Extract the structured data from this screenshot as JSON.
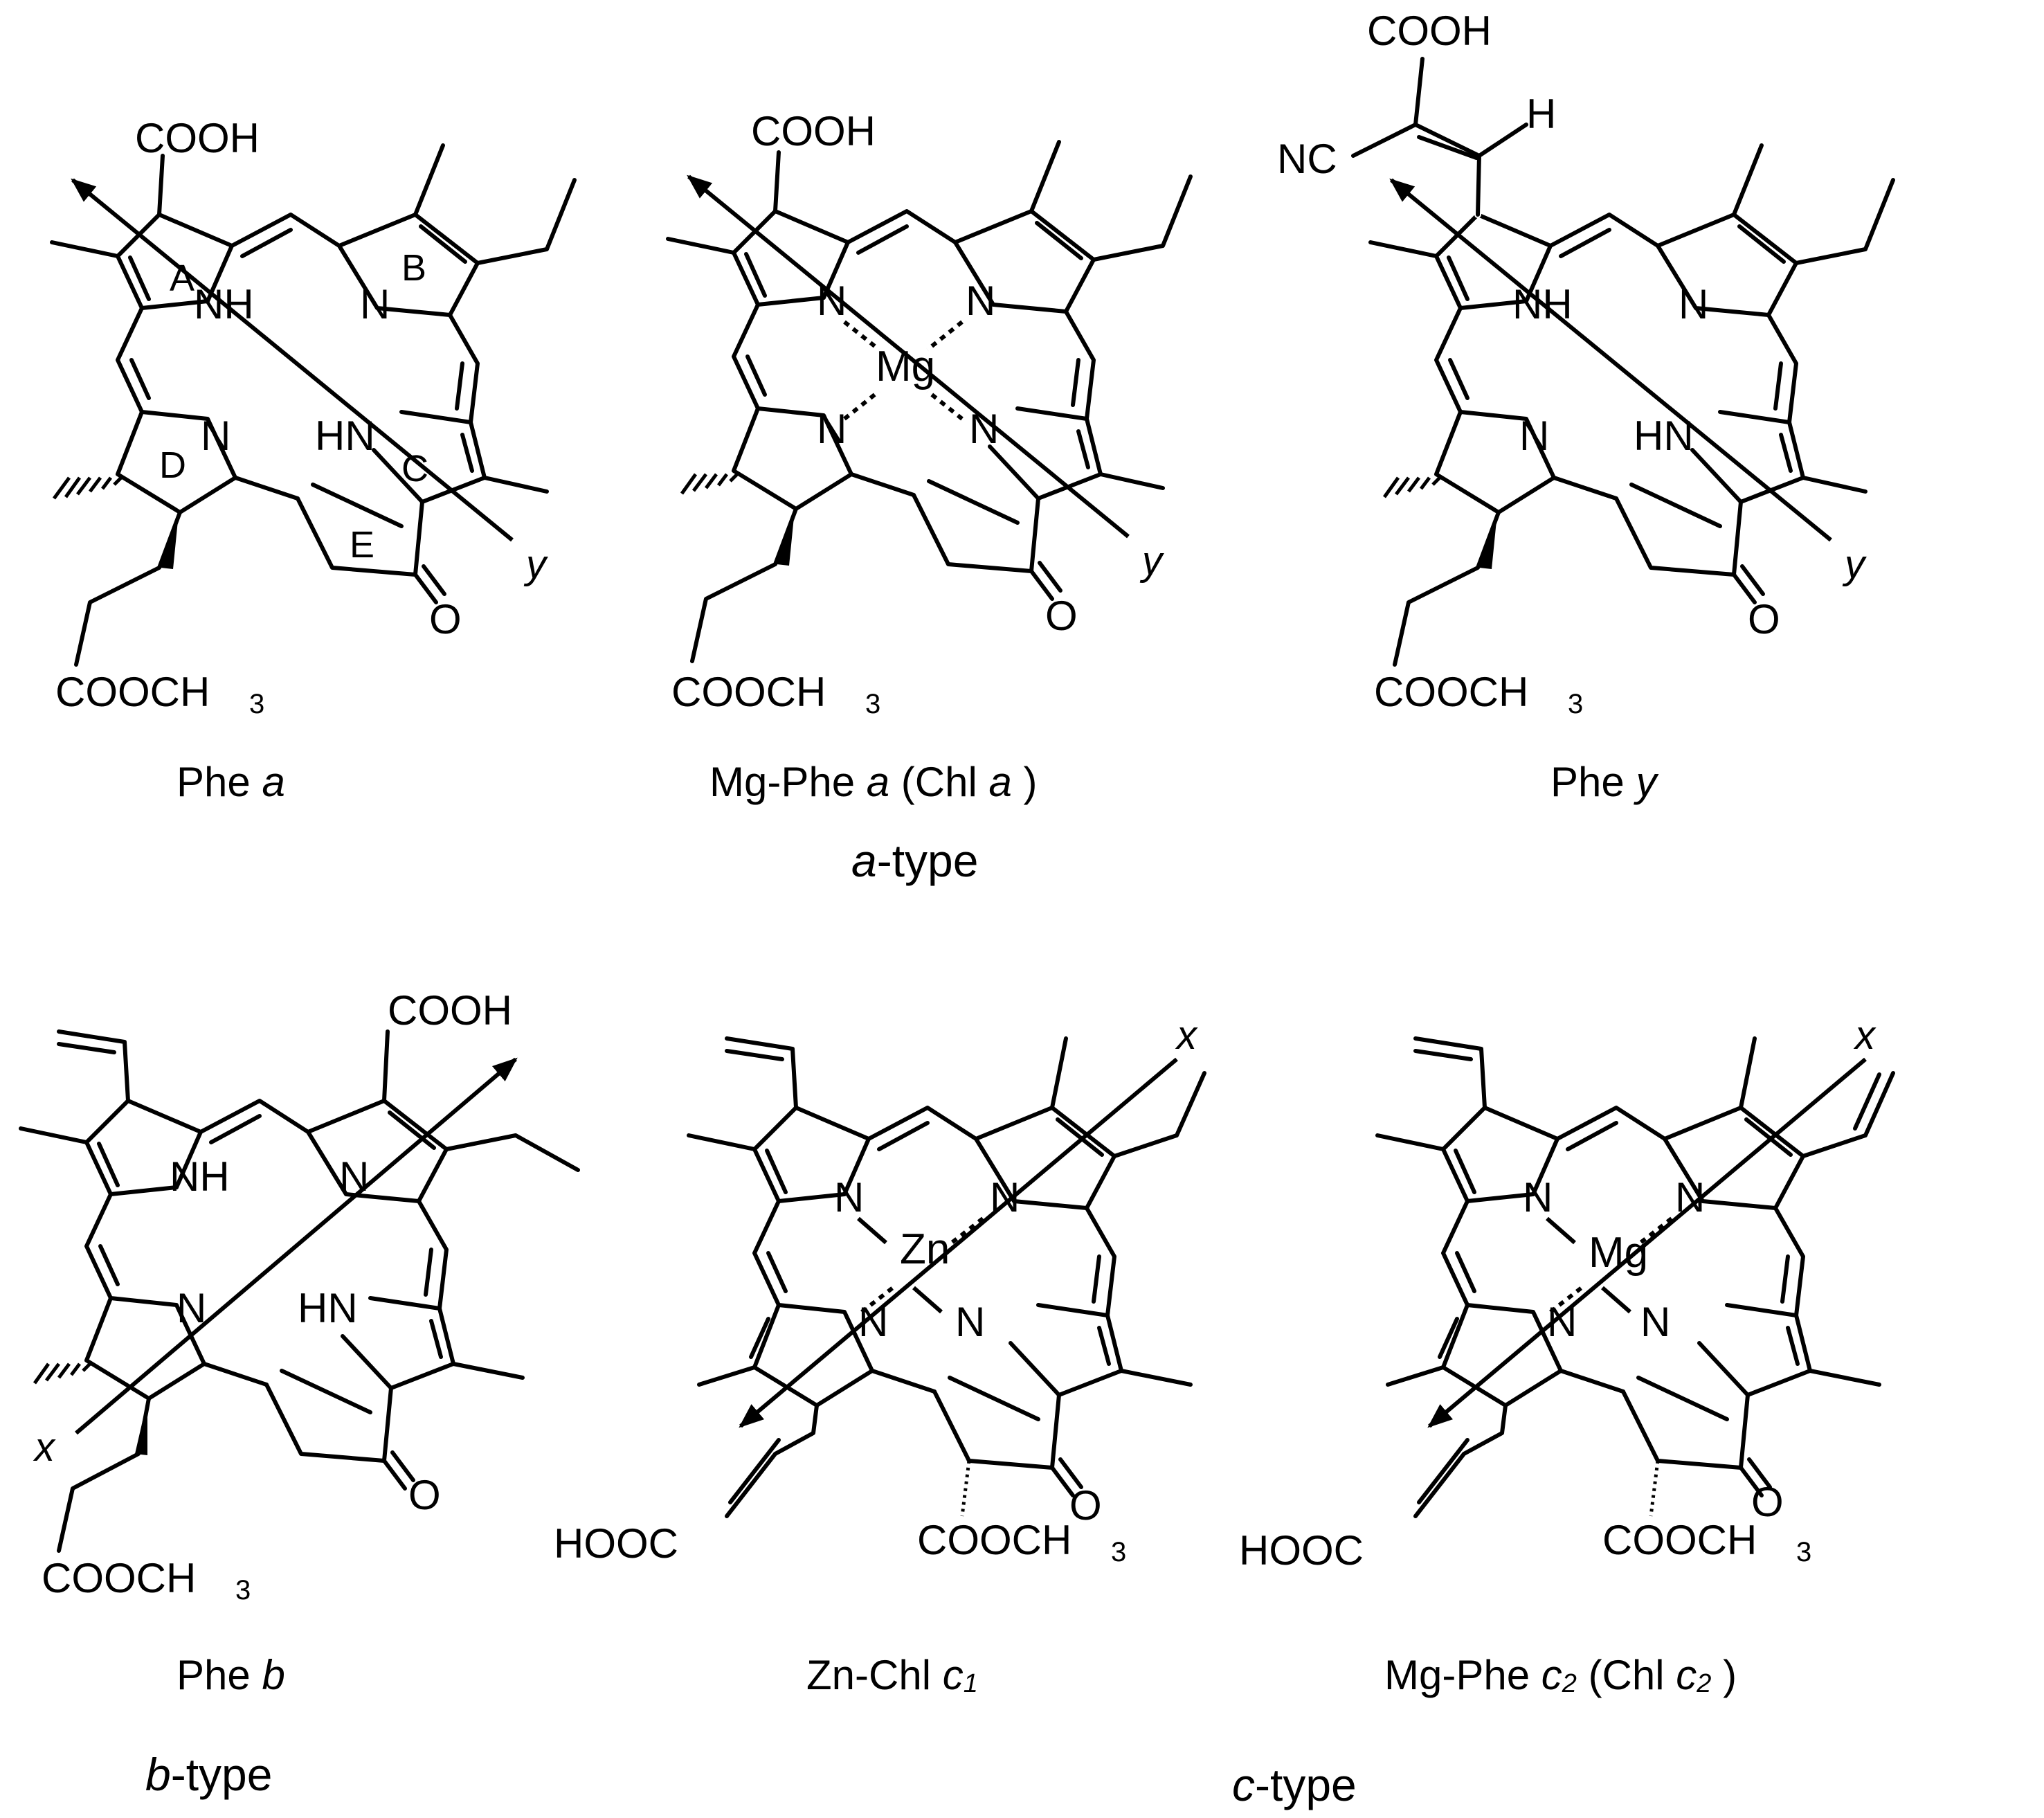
{
  "labels": {
    "cooh": "COOH",
    "hooc": "HOOC",
    "coome": "COOCH",
    "coome_sub": "3",
    "o": "O",
    "nh": "NH",
    "hn": "HN",
    "n": "N",
    "h": "H",
    "nc": "NC",
    "mg": "Mg",
    "zn": "Zn",
    "ring_a": "A",
    "ring_b": "B",
    "ring_c": "C",
    "ring_d": "D",
    "ring_e": "E",
    "axis_y": "y",
    "axis_x": "x"
  },
  "captions": {
    "phe_a": {
      "prefix": "Phe ",
      "var": "a",
      "suffix": ""
    },
    "mg_phe_a": {
      "prefix": "Mg-Phe ",
      "var": "a",
      "mid": " (Chl ",
      "var2": "a",
      "suffix": " )"
    },
    "phe_y": {
      "prefix": "Phe ",
      "var": "y"
    },
    "a_type": {
      "var": "a",
      "suffix": "-type"
    },
    "phe_b": {
      "prefix": "Phe ",
      "var": "b"
    },
    "zn_chl_c1": {
      "prefix": "Zn-Chl ",
      "var": "c",
      "sub": "1"
    },
    "mg_phe_c2": {
      "prefix": "Mg-Phe ",
      "var": "c",
      "sub": "2",
      "mid": " (Chl ",
      "var2": "c",
      "sub2": "2",
      "suffix": " )"
    },
    "b_type": {
      "var": "b",
      "suffix": "-type"
    },
    "c_type": {
      "var": "c",
      "suffix": "-type"
    }
  }
}
